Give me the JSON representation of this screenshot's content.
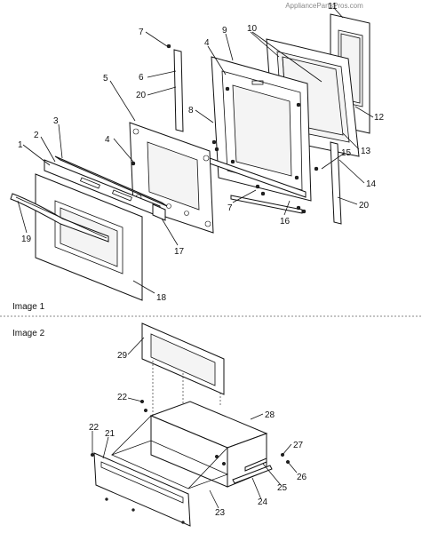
{
  "watermark": "AppliancePartsPros.com",
  "image1_caption": "Image 1",
  "image2_caption": "Image 2",
  "callouts": {
    "c1": "1",
    "c2": "2",
    "c3": "3",
    "c4a": "4",
    "c4b": "4",
    "c5": "5",
    "c6": "6",
    "c7a": "7",
    "c7b": "7",
    "c8": "8",
    "c9": "9",
    "c10": "10",
    "c11": "11",
    "c12": "12",
    "c13": "13",
    "c14": "14",
    "c15": "15",
    "c16": "16",
    "c17": "17",
    "c18": "18",
    "c19": "19",
    "c20a": "20",
    "c20b": "20",
    "c21": "21",
    "c22a": "22",
    "c22b": "22",
    "c23": "23",
    "c24": "24",
    "c25": "25",
    "c26": "26",
    "c27": "27",
    "c28": "28",
    "c29": "29"
  }
}
